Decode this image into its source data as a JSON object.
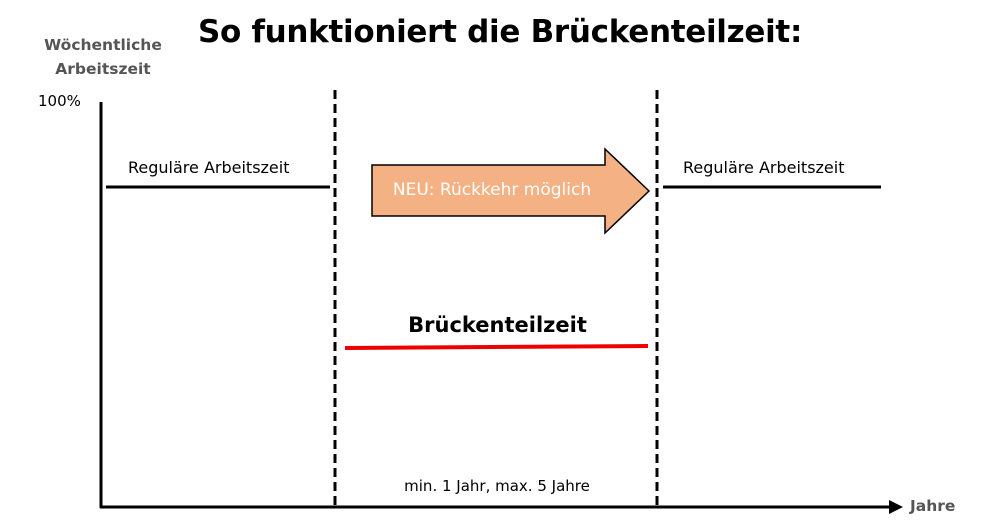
{
  "title": "So funktioniert die Brückenteilzeit:",
  "y_axis": {
    "label_line1": "Wöchentliche",
    "label_line2": "Arbeitszeit",
    "tick_top": "100%"
  },
  "x_axis": {
    "label": "Jahre"
  },
  "phases": {
    "before": {
      "label": "Reguläre Arbeitszeit"
    },
    "bridge": {
      "label": "Brückenteilzeit",
      "duration": "min. 1 Jahr, max. 5 Jahre"
    },
    "after": {
      "label": "Reguläre Arbeitszeit"
    }
  },
  "callout": {
    "text": "NEU: Rückkehr möglich"
  },
  "colors": {
    "axis": "#000000",
    "regular_line": "#000000",
    "bridge_line": "#ee0000",
    "arrow_fill": "#f4b183",
    "arrow_stroke": "#000000",
    "axis_label": "#555555"
  }
}
